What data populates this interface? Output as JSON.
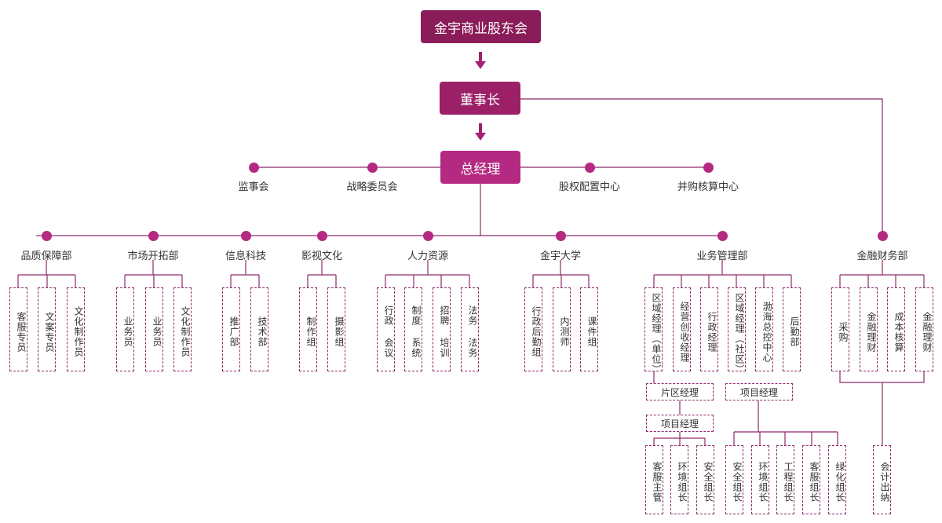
{
  "top": {
    "shareholders": "金宇商业股东会",
    "chairman": "董事长",
    "gm": "总经理"
  },
  "gm_side": {
    "left": [
      "监事会",
      "战略委员会"
    ],
    "right": [
      "股权配置中心",
      "并购核算中心"
    ]
  },
  "departments": [
    {
      "name": "品质保障部",
      "units": [
        "客服专员",
        "文案专员",
        "文化制作员"
      ]
    },
    {
      "name": "市场开拓部",
      "units": [
        "业务员",
        "业务员",
        "文化制作员"
      ]
    },
    {
      "name": "信息科技",
      "units": [
        "推广部",
        "技术部"
      ]
    },
    {
      "name": "影视文化",
      "units": [
        "制作组",
        "摄影组"
      ]
    },
    {
      "name": "人力资源",
      "units": [
        "行政 会议",
        "制度 系统",
        "招聘 培训",
        "法务 法务"
      ]
    },
    {
      "name": "金宇大学",
      "units": [
        "行政后勤组",
        "内测师",
        "课件组"
      ]
    },
    {
      "name": "业务管理部",
      "units": [
        "区域经理（单位）",
        "经营创收经理",
        "行政经理",
        "区域经理（社区）",
        "渤海总控中心",
        "后勤部"
      ]
    },
    {
      "name": "金融财务部",
      "units": [
        "采购",
        "金融理财",
        "成本核算",
        "金融理财"
      ]
    }
  ],
  "sub": {
    "area_manager": "片区经理",
    "project_manager_left": "项目经理",
    "project_manager_right": "项目经理",
    "left_team": [
      "客服主管",
      "环境组长",
      "安全组长"
    ],
    "right_team": [
      "安全组长",
      "环境组长",
      "工程组长",
      "客服组长",
      "绿化组长"
    ],
    "finance_extra": "会计出纳"
  }
}
